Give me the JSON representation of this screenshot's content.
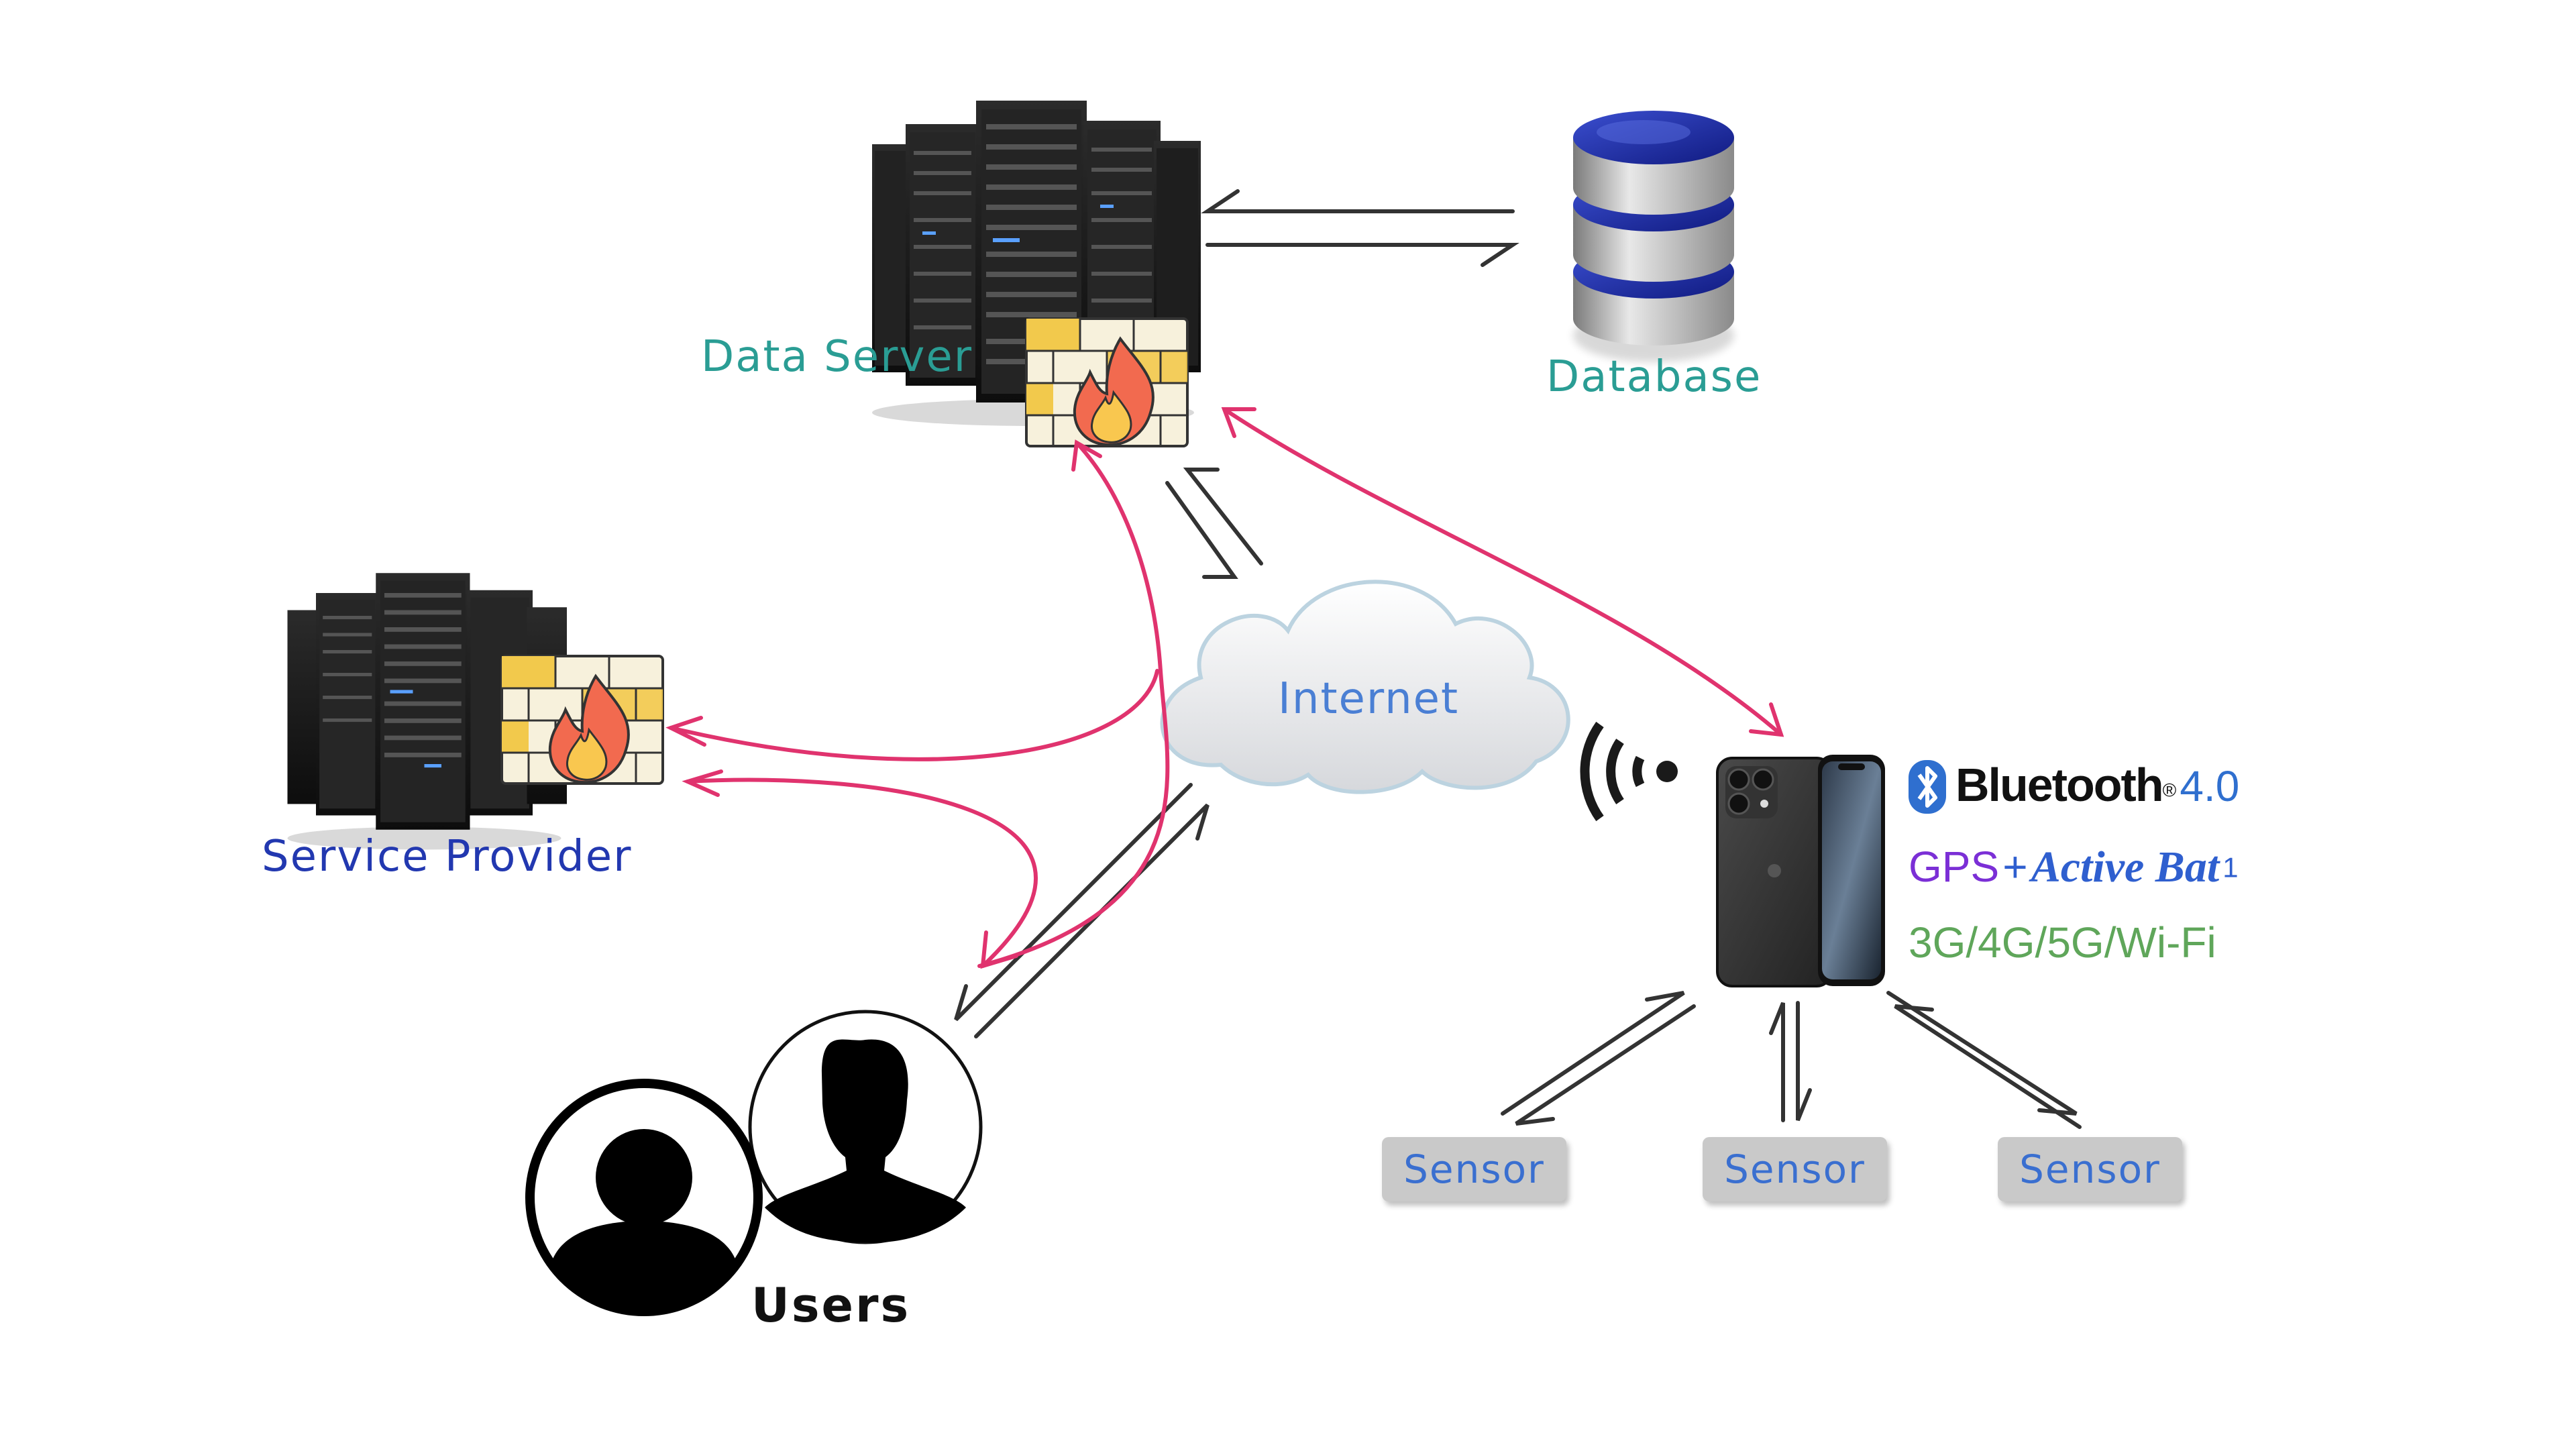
{
  "nodes": {
    "data_server": "Data Server",
    "database": "Database",
    "internet": "Internet",
    "service_provider": "Service Provider",
    "users": "Users"
  },
  "phone_capabilities": {
    "bluetooth": "Bluetooth",
    "bluetooth_mark": "®",
    "bluetooth_version": "4.0",
    "gps": "GPS",
    "plus": "+",
    "active_bat": "Active Bat",
    "footnote": "1",
    "networks": "3G/4G/5G/Wi-Fi"
  },
  "sensors": [
    {
      "label": "Sensor"
    },
    {
      "label": "Sensor"
    },
    {
      "label": "Sensor"
    }
  ],
  "colors": {
    "flow_arrow": "#e0336e",
    "link_arrow": "#333333",
    "teal_label": "#2a9d94",
    "navy_label": "#2238b0",
    "bluetooth": "#2f6fcf",
    "gps": "#7b2fd6",
    "network": "#5fa65a",
    "database_disk": "#1f2ea8",
    "sensor_box": "#c9c9c9"
  },
  "icons": [
    "server-rack-icon",
    "firewall-icon",
    "database-icon",
    "cloud-icon",
    "wifi-signal-icon",
    "smartphone-icon",
    "bluetooth-icon",
    "user-icon"
  ]
}
